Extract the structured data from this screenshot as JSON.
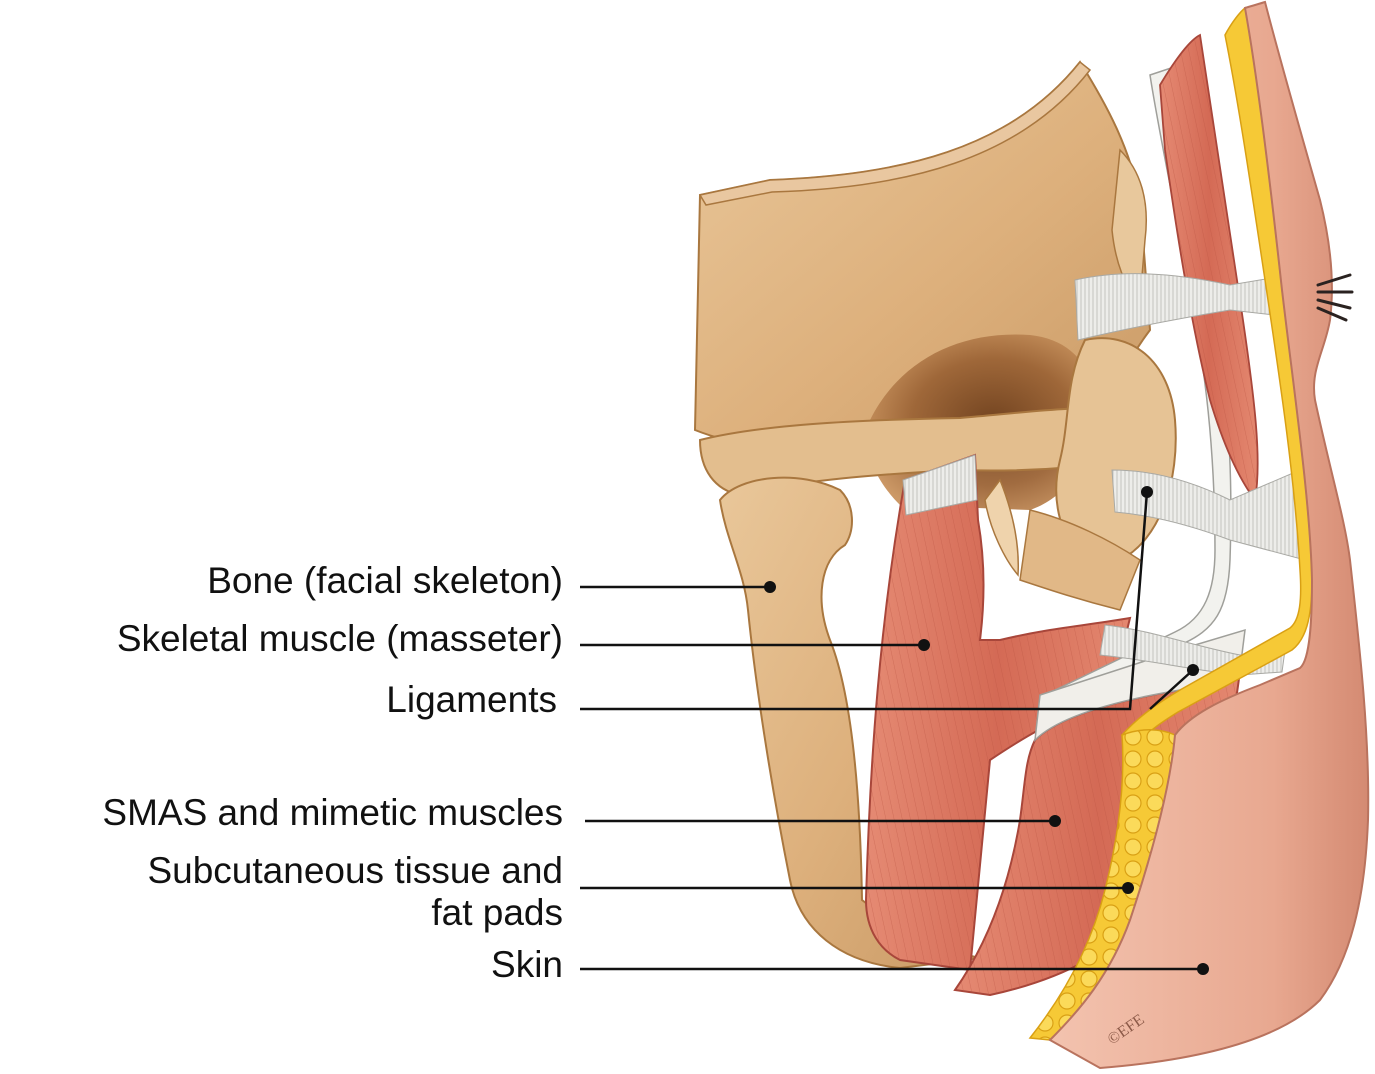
{
  "labels": {
    "bone": "Bone (facial skeleton)",
    "masseter": "Skeletal muscle (masseter)",
    "ligaments": "Ligaments",
    "smas": "SMAS and mimetic muscles",
    "subcutaneous_line1": "Subcutaneous tissue and",
    "subcutaneous_line2": "fat pads",
    "skin": "Skin"
  },
  "signature": "©EFE",
  "colors": {
    "bone": "#E2B886",
    "bone_shadow": "#B9834E",
    "bone_dark": "#7A4A22",
    "muscle": "#D9705A",
    "muscle_light": "#EFA08A",
    "fat": "#F4C431",
    "fat_edge": "#D9A014",
    "skin": "#EDB29C",
    "skin_shadow": "#D98E78",
    "ligament": "#E8E8E4",
    "leader": "#111111"
  }
}
